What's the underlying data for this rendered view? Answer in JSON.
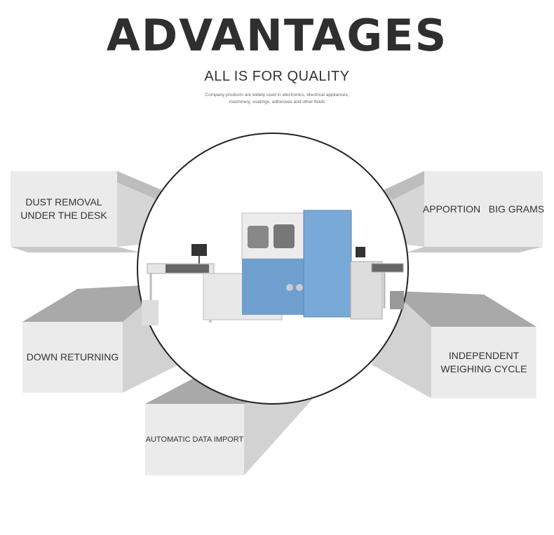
{
  "header": {
    "title": "ADVANTAGES",
    "subtitle": "ALL IS FOR QUALITY",
    "description_line1": "Company products are widely used in electronics, electrical appliances,",
    "description_line2": "machinery, coatings, adhesives and other fields"
  },
  "features": [
    {
      "line1": "DUST REMOVAL",
      "line2": "UNDER THE DESK"
    },
    {
      "line1": "APPORTION   BIG GRAMS"
    },
    {
      "line1": "DOWN RETURNING"
    },
    {
      "line1": "INDEPENDENT",
      "line2": "WEIGHING CYCLE"
    },
    {
      "line1": "AUTOMATIC DATA IMPORT"
    }
  ],
  "colors": {
    "front": "#ebebeb",
    "side": "#cfcfcf",
    "top": "#a9a9a9",
    "machine_blue": "#6f9fcf"
  }
}
